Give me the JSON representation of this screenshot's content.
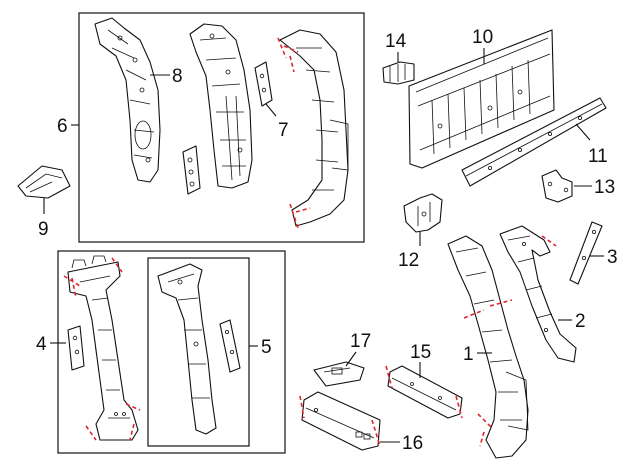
{
  "callouts": {
    "c1": "1",
    "c2": "2",
    "c3": "3",
    "c4": "4",
    "c5": "5",
    "c6": "6",
    "c7": "7",
    "c8": "8",
    "c9": "9",
    "c10": "10",
    "c11": "11",
    "c12": "12",
    "c13": "13",
    "c14": "14",
    "c15": "15",
    "c16": "16",
    "c17": "17"
  },
  "colors": {
    "line": "#111111",
    "cut_line": "#e0242c",
    "background": "#ffffff"
  }
}
